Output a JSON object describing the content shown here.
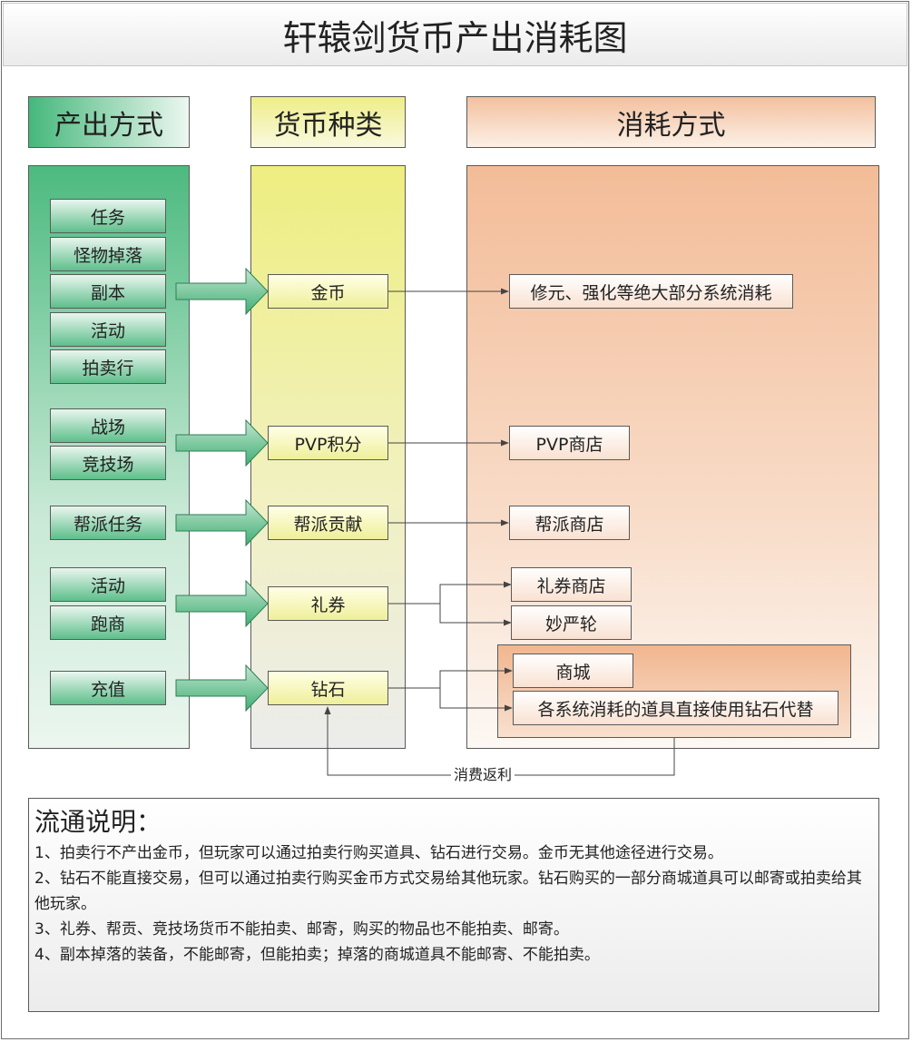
{
  "title": "轩辕剑货币产出消耗图",
  "headers": {
    "production": "产出方式",
    "currency": "货币种类",
    "consumption": "消耗方式"
  },
  "production_items": [
    "任务",
    "怪物掉落",
    "副本",
    "活动",
    "拍卖行",
    "战场",
    "竞技场",
    "帮派任务",
    "活动",
    "跑商",
    "充值"
  ],
  "currencies": [
    "金币",
    "PVP积分",
    "帮派贡献",
    "礼券",
    "钻石"
  ],
  "consumption_items": [
    "修元、强化等绝大部分系统消耗",
    "PVP商店",
    "帮派商店",
    "礼券商店",
    "妙严轮",
    "商城",
    "各系统消耗的道具直接使用钻石代替"
  ],
  "refund_label": "消费返利",
  "notes": {
    "title": "流通说明：",
    "lines": [
      "1、拍卖行不产出金币，但玩家可以通过拍卖行购买道具、钻石进行交易。金币无其他途径进行交易。",
      "2、钻石不能直接交易，但可以通过拍卖行购买金币方式交易给其他玩家。钻石购买的一部分商城道具可以邮寄或拍卖给其他玩家。",
      "3、礼券、帮贡、竞技场货币不能拍卖、邮寄，购买的物品也不能拍卖、邮寄。",
      "4、副本掉落的装备，不能邮寄，但能拍卖；掉落的商城道具不能邮寄、不能拍卖。"
    ]
  },
  "colors": {
    "production": "#46b87c",
    "currency": "#eeee88",
    "consumption": "#f3c09e"
  }
}
